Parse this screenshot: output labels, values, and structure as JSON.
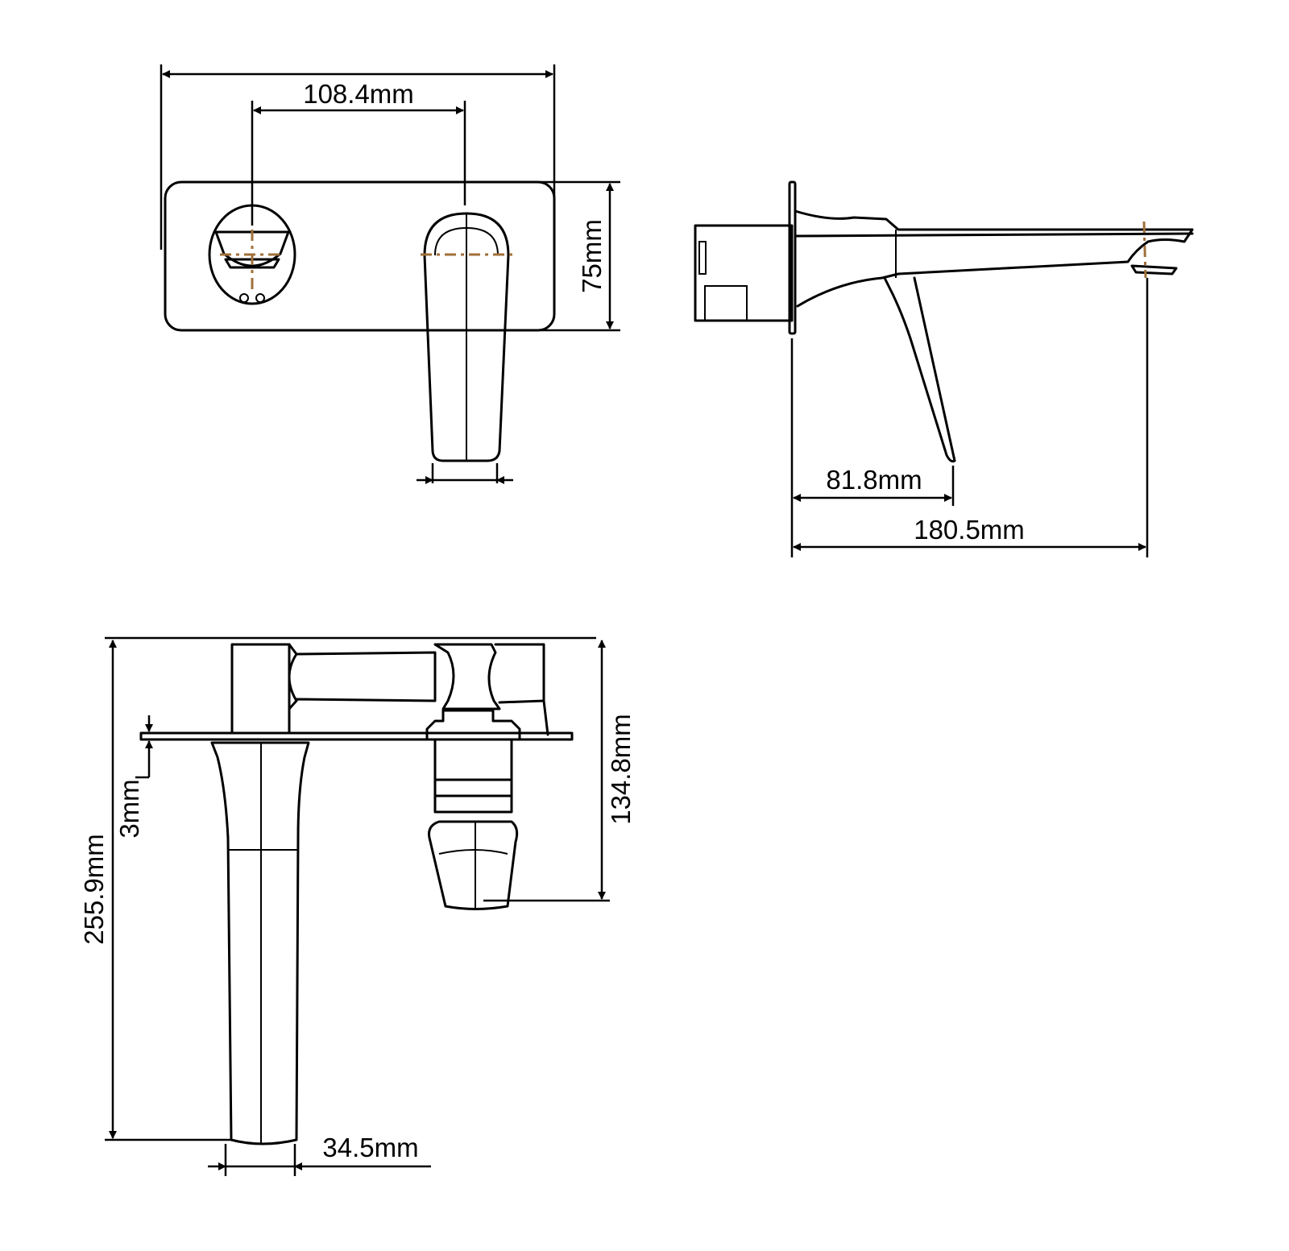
{
  "drawing": {
    "centerline_color": "#a0703a",
    "line_color": "#000000",
    "front_view": {
      "dim_spacing": "108.4mm",
      "dim_height": "75mm"
    },
    "side_view": {
      "dim_lever_reach": "81.8mm",
      "dim_spout_reach": "180.5mm"
    },
    "top_view": {
      "dim_total_depth": "255.9mm",
      "dim_plate_thickness": "3mm",
      "dim_body_depth": "134.8mm",
      "dim_spout_width": "34.5mm"
    }
  }
}
